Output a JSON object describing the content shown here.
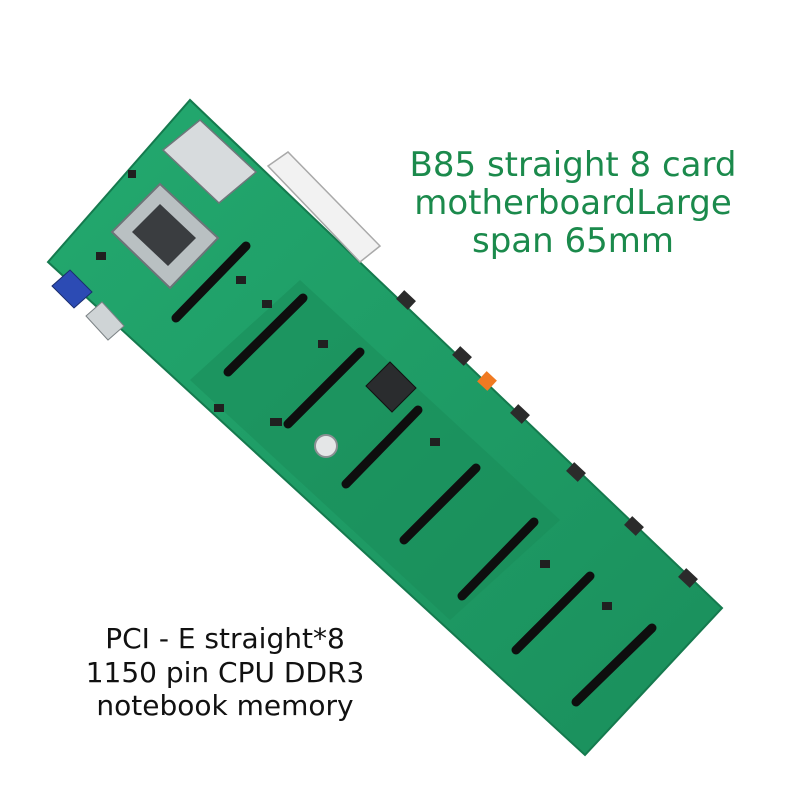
{
  "caption_top": {
    "line1": "B85 straight 8 card",
    "line2": "motherboardLarge",
    "line3": "span 65mm"
  },
  "caption_bottom": {
    "line1": "PCI - E straight*8",
    "line2": "1150 pin CPU DDR3",
    "line3": "notebook memory"
  },
  "colors": {
    "pcb": "#1f9e67",
    "pcb_dark": "#167a4f",
    "slot": "#0e0e0e",
    "caption_top": "#1b8a4c",
    "caption_bottom": "#111111"
  }
}
